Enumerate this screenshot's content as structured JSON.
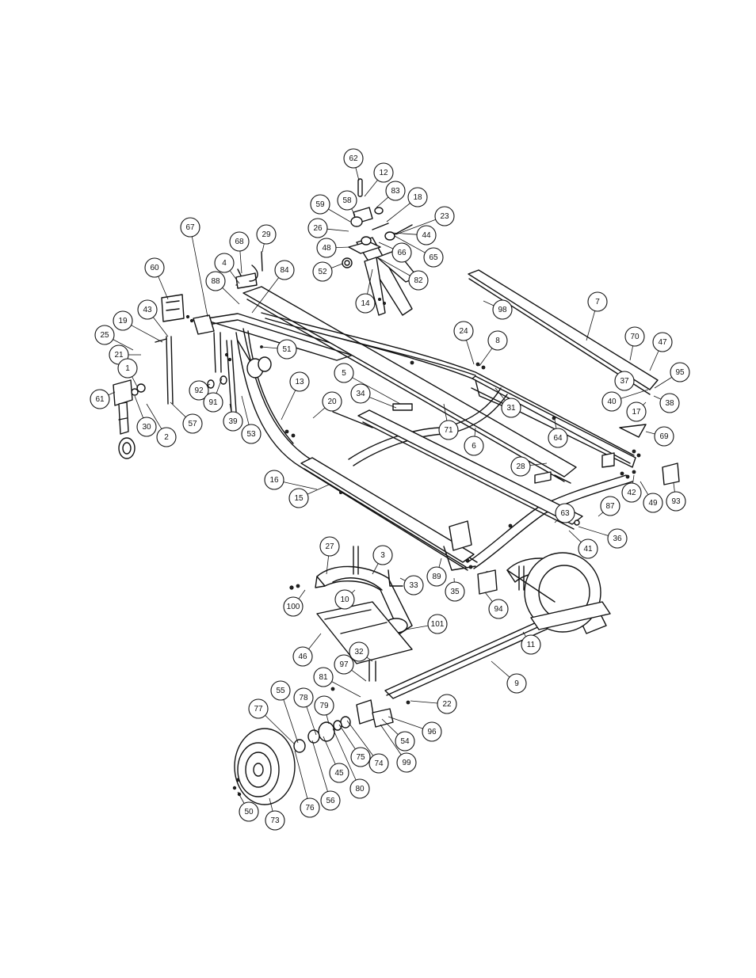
{
  "diagram": {
    "kind": "exploded parts diagram",
    "callouts": [
      {
        "id": "c62",
        "label": "62"
      },
      {
        "id": "c12",
        "label": "12"
      },
      {
        "id": "c83",
        "label": "83"
      },
      {
        "id": "c18",
        "label": "18"
      },
      {
        "id": "c58",
        "label": "58"
      },
      {
        "id": "c59",
        "label": "59"
      },
      {
        "id": "c23",
        "label": "23"
      },
      {
        "id": "c26",
        "label": "26"
      },
      {
        "id": "c44",
        "label": "44"
      },
      {
        "id": "c48",
        "label": "48"
      },
      {
        "id": "c66",
        "label": "66"
      },
      {
        "id": "c65",
        "label": "65"
      },
      {
        "id": "c52",
        "label": "52"
      },
      {
        "id": "c82",
        "label": "82"
      },
      {
        "id": "c14",
        "label": "14"
      },
      {
        "id": "c67",
        "label": "67"
      },
      {
        "id": "c68",
        "label": "68"
      },
      {
        "id": "c29",
        "label": "29"
      },
      {
        "id": "c4",
        "label": "4"
      },
      {
        "id": "c84",
        "label": "84"
      },
      {
        "id": "c60",
        "label": "60"
      },
      {
        "id": "c88",
        "label": "88"
      },
      {
        "id": "c43",
        "label": "43"
      },
      {
        "id": "c19",
        "label": "19"
      },
      {
        "id": "c25",
        "label": "25"
      },
      {
        "id": "c21",
        "label": "21"
      },
      {
        "id": "c1",
        "label": "1"
      },
      {
        "id": "c51",
        "label": "51"
      },
      {
        "id": "c7",
        "label": "7"
      },
      {
        "id": "c98",
        "label": "98"
      },
      {
        "id": "c24",
        "label": "24"
      },
      {
        "id": "c8",
        "label": "8"
      },
      {
        "id": "c70",
        "label": "70"
      },
      {
        "id": "c47",
        "label": "47"
      },
      {
        "id": "c95",
        "label": "95"
      },
      {
        "id": "c37",
        "label": "37"
      },
      {
        "id": "c40",
        "label": "40"
      },
      {
        "id": "c38",
        "label": "38"
      },
      {
        "id": "c17",
        "label": "17"
      },
      {
        "id": "c61",
        "label": "61"
      },
      {
        "id": "c92",
        "label": "92"
      },
      {
        "id": "c13",
        "label": "13"
      },
      {
        "id": "c5",
        "label": "5"
      },
      {
        "id": "c31",
        "label": "31"
      },
      {
        "id": "c30",
        "label": "30"
      },
      {
        "id": "c2",
        "label": "2"
      },
      {
        "id": "c57",
        "label": "57"
      },
      {
        "id": "c91",
        "label": "91"
      },
      {
        "id": "c39",
        "label": "39"
      },
      {
        "id": "c53",
        "label": "53"
      },
      {
        "id": "c20",
        "label": "20"
      },
      {
        "id": "c34",
        "label": "34"
      },
      {
        "id": "c71",
        "label": "71"
      },
      {
        "id": "c6",
        "label": "6"
      },
      {
        "id": "c64",
        "label": "64"
      },
      {
        "id": "c69",
        "label": "69"
      },
      {
        "id": "c16",
        "label": "16"
      },
      {
        "id": "c15",
        "label": "15"
      },
      {
        "id": "c28",
        "label": "28"
      },
      {
        "id": "c42",
        "label": "42"
      },
      {
        "id": "c49",
        "label": "49"
      },
      {
        "id": "c93",
        "label": "93"
      },
      {
        "id": "c87",
        "label": "87"
      },
      {
        "id": "c63",
        "label": "63"
      },
      {
        "id": "c36",
        "label": "36"
      },
      {
        "id": "c41",
        "label": "41"
      },
      {
        "id": "c27",
        "label": "27"
      },
      {
        "id": "c3",
        "label": "3"
      },
      {
        "id": "c33",
        "label": "33"
      },
      {
        "id": "c89",
        "label": "89"
      },
      {
        "id": "c35",
        "label": "35"
      },
      {
        "id": "c100",
        "label": "100"
      },
      {
        "id": "c10",
        "label": "10"
      },
      {
        "id": "c94",
        "label": "94"
      },
      {
        "id": "c101",
        "label": "101"
      },
      {
        "id": "c11",
        "label": "11"
      },
      {
        "id": "c46",
        "label": "46"
      },
      {
        "id": "c32",
        "label": "32"
      },
      {
        "id": "c97",
        "label": "97"
      },
      {
        "id": "c81",
        "label": "81"
      },
      {
        "id": "c9",
        "label": "9"
      },
      {
        "id": "c55",
        "label": "55"
      },
      {
        "id": "c78",
        "label": "78"
      },
      {
        "id": "c79",
        "label": "79"
      },
      {
        "id": "c22",
        "label": "22"
      },
      {
        "id": "c77",
        "label": "77"
      },
      {
        "id": "c96",
        "label": "96"
      },
      {
        "id": "c54",
        "label": "54"
      },
      {
        "id": "c45",
        "label": "45"
      },
      {
        "id": "c75",
        "label": "75"
      },
      {
        "id": "c74",
        "label": "74"
      },
      {
        "id": "c99",
        "label": "99"
      },
      {
        "id": "c80",
        "label": "80"
      },
      {
        "id": "c56",
        "label": "56"
      },
      {
        "id": "c76",
        "label": "76"
      },
      {
        "id": "c50",
        "label": "50"
      },
      {
        "id": "c73",
        "label": "73"
      }
    ]
  }
}
